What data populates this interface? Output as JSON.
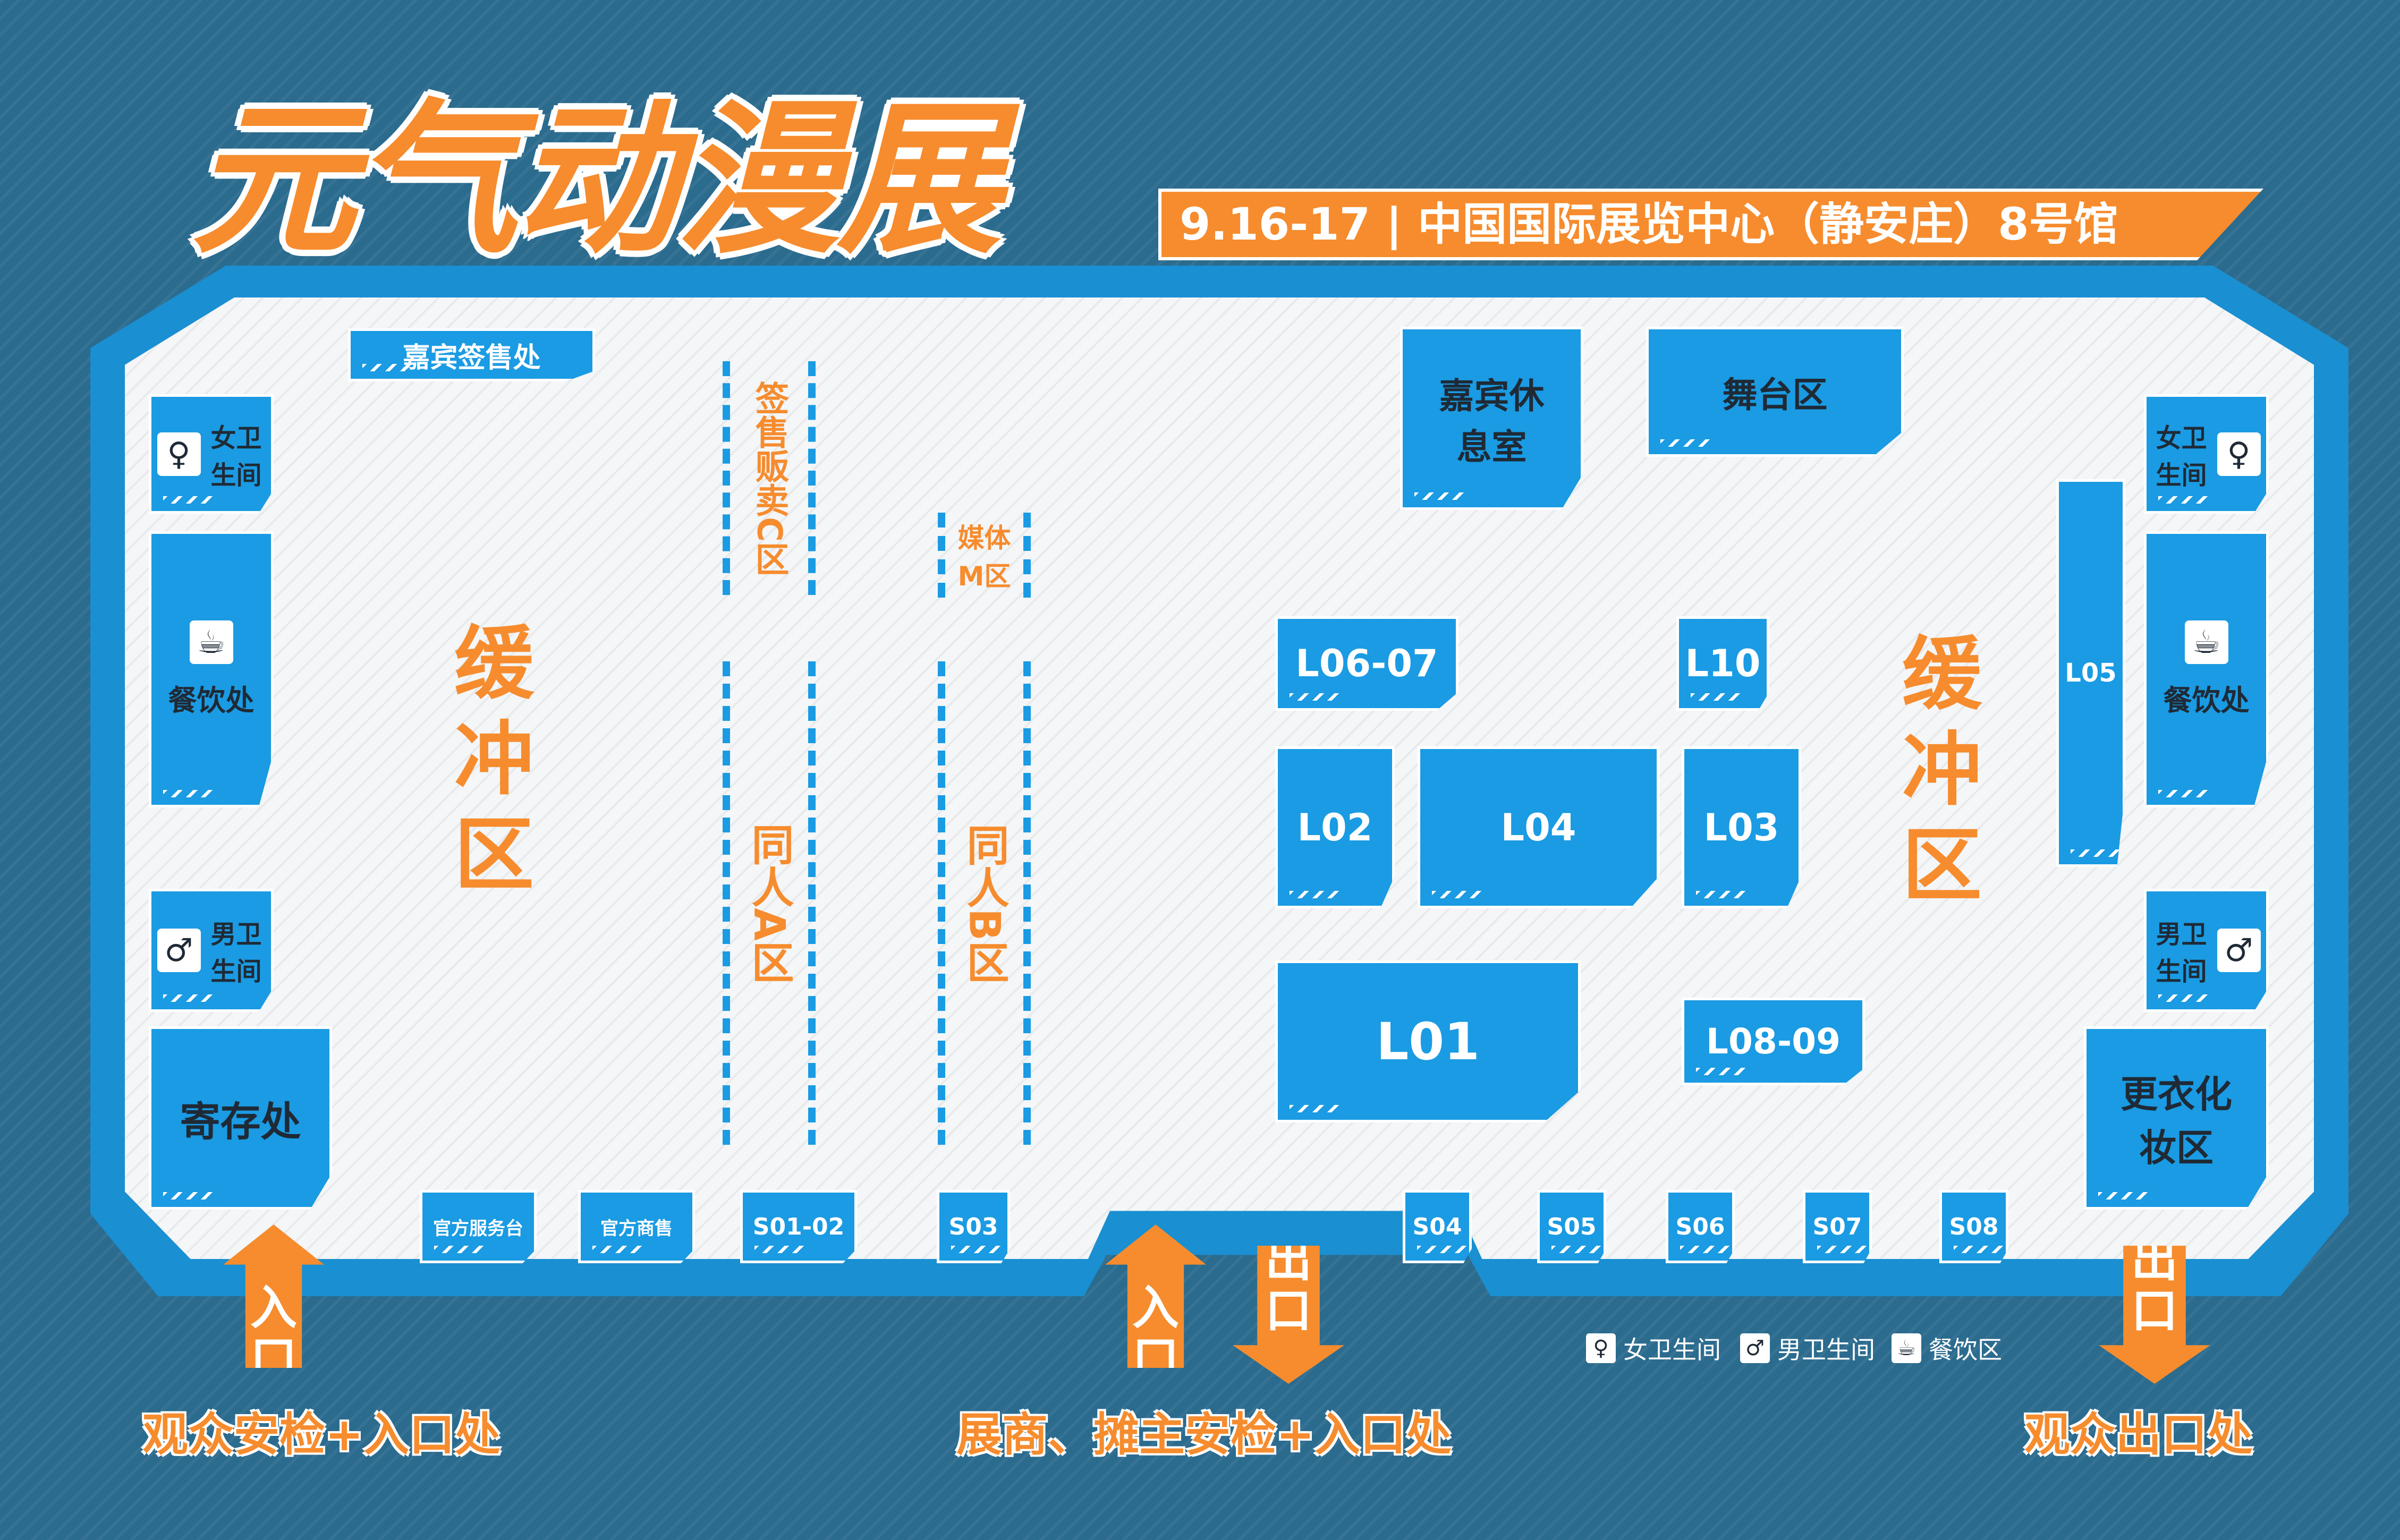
{
  "header": {
    "title": "元气动漫展",
    "subtitle": "9.16-17 | 中国国际展览中心（静安庄）8号馆"
  },
  "booths": {
    "guest_sales": "嘉宾签售处",
    "sign_sale_c": "签售贩卖C区",
    "media_m": "媒体M区",
    "doujin_a": "同人A区",
    "doujin_b": "同人B区",
    "guest_lounge": "嘉宾休息室",
    "stage": "舞台区",
    "l06_07": "L06-07",
    "l10": "L10",
    "l02": "L02",
    "l04": "L04",
    "l03": "L03",
    "l01": "L01",
    "l08_09": "L08-09",
    "l05": "L05",
    "s01_02": "S01-02",
    "s03": "S03",
    "s04": "S04",
    "s05": "S05",
    "s06": "S06",
    "s07": "S07",
    "s08": "S08",
    "official_service": "官方服务台",
    "official_shop": "官方商售"
  },
  "facilities": {
    "female_wc": "女卫生间",
    "male_wc": "男卫生间",
    "dining": "餐饮处",
    "storage": "寄存处",
    "dressing": "更衣化妆区"
  },
  "buffer_label": "缓冲区",
  "gates": {
    "entrance": "入口",
    "exit": "出口",
    "visitor_entry_note": "观众安检+入口处",
    "exhibitor_entry_note": "展商、摊主安检+入口处",
    "visitor_exit_note": "观众出口处"
  },
  "legend": {
    "female": "女卫生间",
    "male": "男卫生间",
    "dining": "餐饮区"
  },
  "colors": {
    "background": "#2b6b8e",
    "accent_orange": "#f68c2e",
    "booth_blue": "#1a9be3",
    "hall_floor": "#f4f6f8"
  },
  "icons": {
    "female": "female-icon",
    "male": "male-icon",
    "dining": "coffee-cup-icon"
  }
}
